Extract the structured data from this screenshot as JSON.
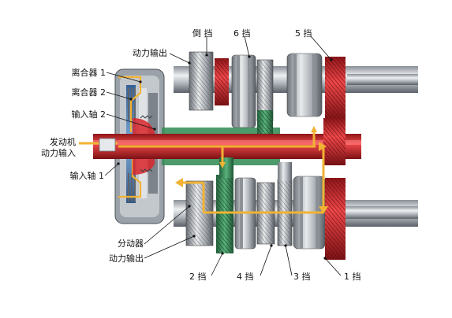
{
  "labels": {
    "clutch1": "离合器 1",
    "clutch2": "离合器 2",
    "input_shaft2": "输入轴 2",
    "engine_input_line1": "发动机",
    "engine_input_line2": "动力输入",
    "input_shaft1": "输入轴 1",
    "power_output_top": "动力输出",
    "reverse_gear": "倒  挡",
    "gear6": "6  挡",
    "gear5": "5  挡",
    "differential": "分动器",
    "power_output_bottom": "动力输出",
    "gear2": "2  挡",
    "gear4": "4  挡",
    "gear3": "3  挡",
    "gear1": "1  挡"
  },
  "colors": {
    "shaft_red": "#d8262a",
    "gear_red": "#c8282c",
    "gear_green": "#3a8f5a",
    "flow_yellow": "#f2b233",
    "clutch_blue": "#2f6fb5",
    "steel_light": "#cfd3d8",
    "steel_dark": "#6d747c"
  }
}
